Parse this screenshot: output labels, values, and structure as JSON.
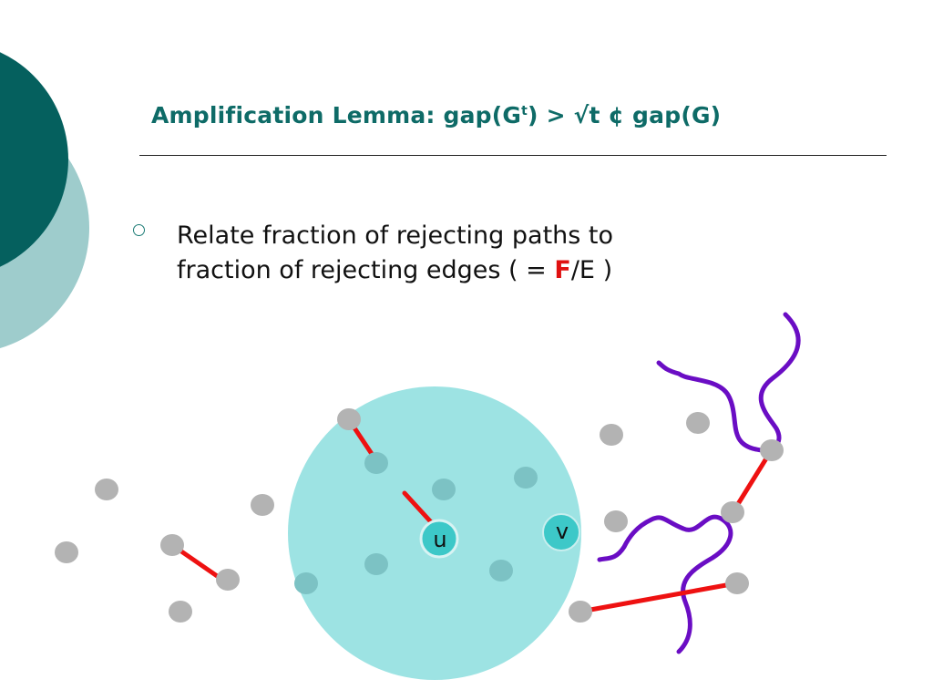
{
  "slide": {
    "title": {
      "prefix": "Amplification Lemma: gap(G",
      "superscript": "t",
      "suffix": ") > √t ¢ gap(G)"
    },
    "bullet": {
      "line1": "Relate fraction of rejecting paths to",
      "line2_before": "fraction of rejecting edges  ( = ",
      "line2_emph": "F",
      "line2_after": "/E )"
    }
  },
  "diagram": {
    "labels": {
      "u": "u",
      "v": "v"
    },
    "colors": {
      "neighborhood_fill": "#9de3e3",
      "vertex_gray": "#b3b3b3",
      "vertex_inside": "#7cc2c4",
      "labeled_vertex_fill": "#3dc8c8",
      "labeled_vertex_ring": "#d8f3f3",
      "rejecting_edge": "#ee1111",
      "path": "#6a0dc4",
      "deco_dark": "#05605e",
      "deco_light": "#9ecccc",
      "title": "#0e6b67"
    }
  }
}
